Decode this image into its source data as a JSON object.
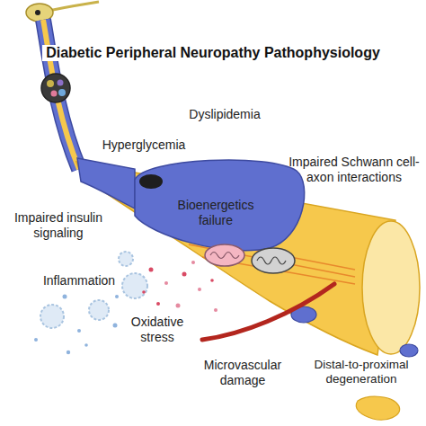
{
  "diagram": {
    "title": "Diabetic Peripheral Neuropathy Pathophysiology",
    "labels": [
      "Dyslipidemia",
      "Hyperglycemia",
      "Impaired Schwann cell-axon interactions",
      "Bioenergetics failure",
      "Impaired insulin signaling",
      "Inflammation",
      "Oxidative stress",
      "Microvascular damage",
      "Distal-to-proximal degeneration"
    ]
  }
}
